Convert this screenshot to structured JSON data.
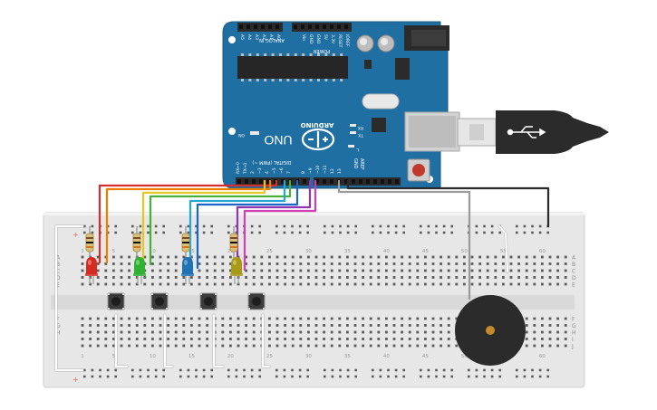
{
  "arduino": {
    "brand": "ARDUINO",
    "model": "UNO",
    "analog_header": "ANALOG IN",
    "power_header": "POWER",
    "digital_header": "DIGITAL (PWM ~)",
    "aref": "AREF",
    "gnd": "GND",
    "on": "ON",
    "tx": "TX",
    "rx": "RX",
    "l": "L",
    "analog_pins": [
      "A5",
      "A4",
      "A3",
      "A2",
      "A1",
      "A0"
    ],
    "power_pins": [
      "Vin",
      "GND",
      "GND",
      "5V",
      "3.3V",
      "RESET",
      "IOREF"
    ],
    "digital_pins": [
      "RX←0",
      "TX→1",
      "2",
      "~3",
      "4",
      "~5",
      "~6",
      "7",
      "8",
      "~9",
      "~10",
      "~11",
      "12",
      "13"
    ]
  },
  "breadboard": {
    "rows": [
      "A",
      "B",
      "C",
      "D",
      "E",
      "F",
      "G",
      "H",
      "I",
      "J"
    ],
    "column_labels": [
      "1",
      "5",
      "10",
      "15",
      "20",
      "25",
      "30",
      "35",
      "40",
      "45",
      "50",
      "55",
      "60"
    ],
    "rail_plus": "+",
    "rail_minus": "-"
  },
  "leds": [
    {
      "color": "red",
      "hex": "#d62b20"
    },
    {
      "color": "green",
      "hex": "#2fb132"
    },
    {
      "color": "blue",
      "hex": "#1f72b3"
    },
    {
      "color": "yellow",
      "hex": "#a89a16"
    }
  ],
  "wire_colors": {
    "red": "#d32f2f",
    "orange": "#ef7d00",
    "yellow": "#e8c620",
    "green": "#47b038",
    "cyan": "#24a7d6",
    "blue": "#1b66c9",
    "purple": "#8f35b0",
    "magenta": "#d23db5",
    "gray": "#9a9a9a",
    "black": "#2a2a2a",
    "white": "#ffffff"
  }
}
